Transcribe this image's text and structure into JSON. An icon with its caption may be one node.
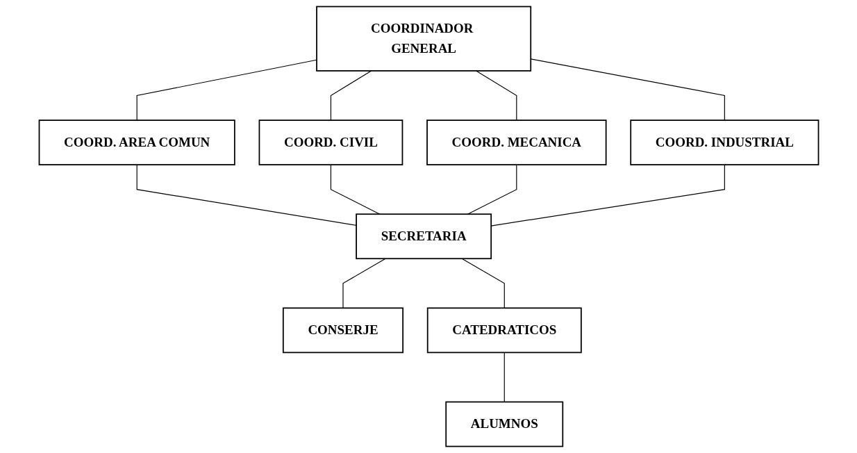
{
  "diagram": {
    "nodes": [
      {
        "text": [
          "COORDINADOR GENERAL"
        ]
      },
      {
        "text": [
          "COORD. AREA COMUN"
        ]
      },
      {
        "text": [
          "COORD. CIVIL"
        ]
      },
      {
        "text": [
          "COORD. MECANICA"
        ]
      },
      {
        "text": [
          "COORD. INDUSTRIAL"
        ]
      },
      {
        "text": [
          "SECRETARIA"
        ]
      },
      {
        "text": [
          "CONSERJE"
        ]
      },
      {
        "text": [
          "CATEDRATICOS"
        ]
      },
      {
        "text": [
          "ALUMNOS"
        ]
      }
    ],
    "edges": [
      {
        "from": 0,
        "to": 1,
        "arrow": "none"
      },
      {
        "from": 0,
        "to": 2,
        "arrow": "none"
      },
      {
        "from": 0,
        "to": 3,
        "arrow": "none"
      },
      {
        "from": 0,
        "to": 4,
        "arrow": "none"
      },
      {
        "from": 1,
        "to": 5,
        "arrow": "none"
      },
      {
        "from": 2,
        "to": 5,
        "arrow": "none"
      },
      {
        "from": 3,
        "to": 5,
        "arrow": "none"
      },
      {
        "from": 4,
        "to": 5,
        "arrow": "none"
      },
      {
        "from": 5,
        "to": 6,
        "arrow": "none"
      },
      {
        "from": 5,
        "to": 7,
        "arrow": "none"
      },
      {
        "from": 7,
        "to": 8,
        "arrow": "none"
      }
    ]
  }
}
